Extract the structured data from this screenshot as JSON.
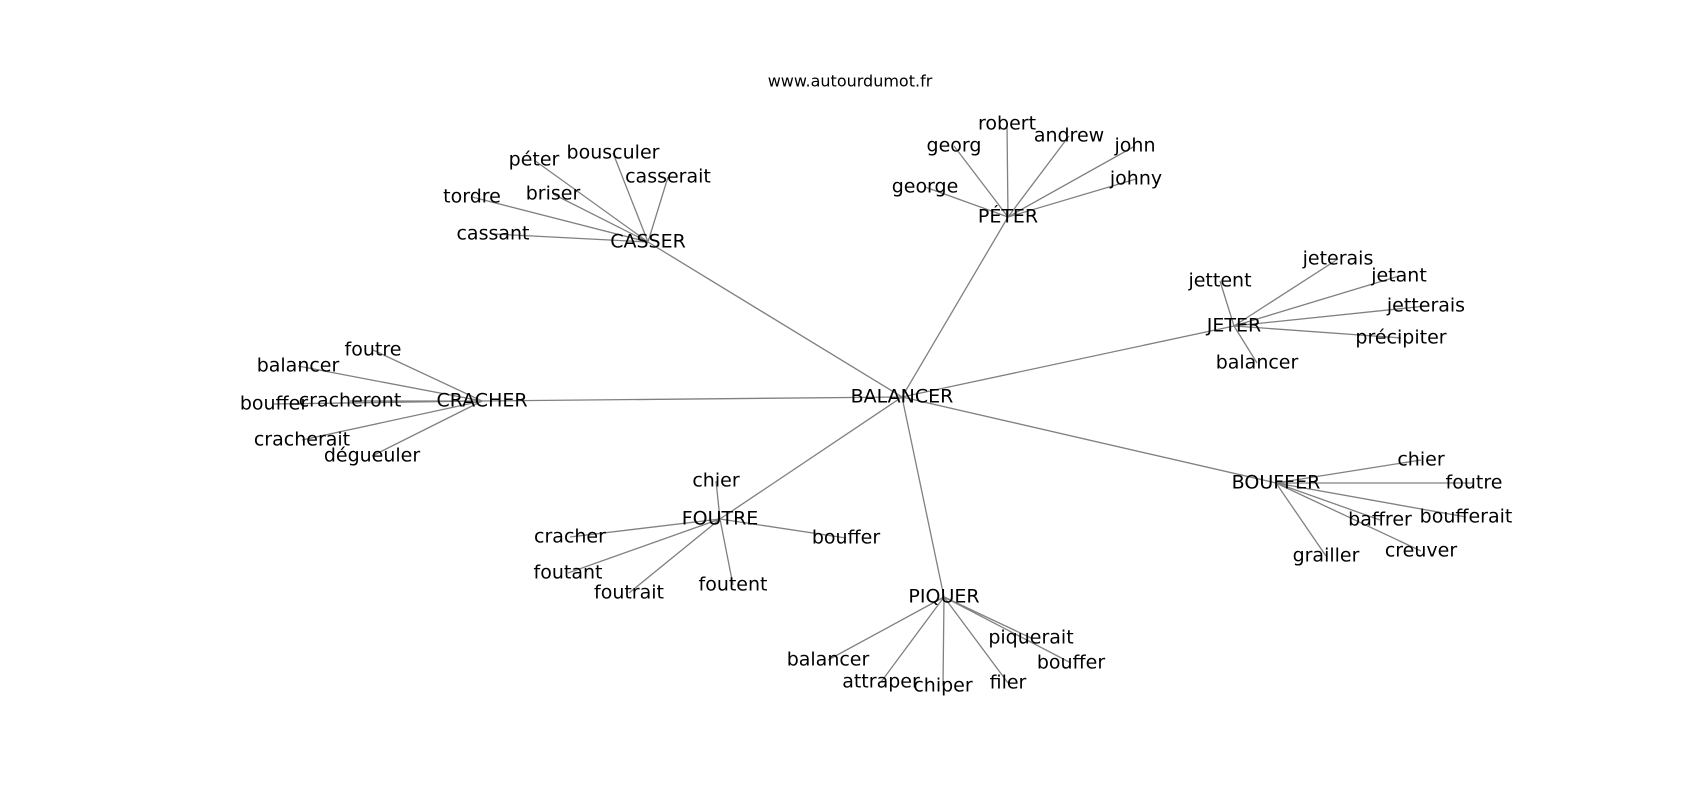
{
  "source": "www.autourdumot.fr",
  "graph": {
    "center": "BALANCER",
    "clusters": [
      {
        "hub": "CASSER",
        "leaves": [
          "péter",
          "bousculer",
          "casserait",
          "tordre",
          "briser",
          "cassant"
        ]
      },
      {
        "hub": "PÉTER",
        "leaves": [
          "robert",
          "georg",
          "andrew",
          "john",
          "johny",
          "george"
        ]
      },
      {
        "hub": "JETER",
        "leaves": [
          "jettent",
          "jeterais",
          "jetant",
          "jetterais",
          "précipiter",
          "balancer"
        ]
      },
      {
        "hub": "CRACHER",
        "leaves": [
          "foutre",
          "balancer",
          "bouffer",
          "cracheront",
          "cracherait",
          "dégueuler"
        ]
      },
      {
        "hub": "BOUFFER",
        "leaves": [
          "chier",
          "foutre",
          "baffrer",
          "boufferait",
          "grailler",
          "creuver"
        ]
      },
      {
        "hub": "FOUTRE",
        "leaves": [
          "chier",
          "cracher",
          "bouffer",
          "foutant",
          "foutrait",
          "foutent"
        ]
      },
      {
        "hub": "PIQUER",
        "leaves": [
          "piquerait",
          "bouffer",
          "balancer",
          "attraper",
          "chiper",
          "filer"
        ]
      }
    ]
  },
  "colors": {
    "edge": "#808080",
    "text": "#000000",
    "background": "#ffffff"
  }
}
